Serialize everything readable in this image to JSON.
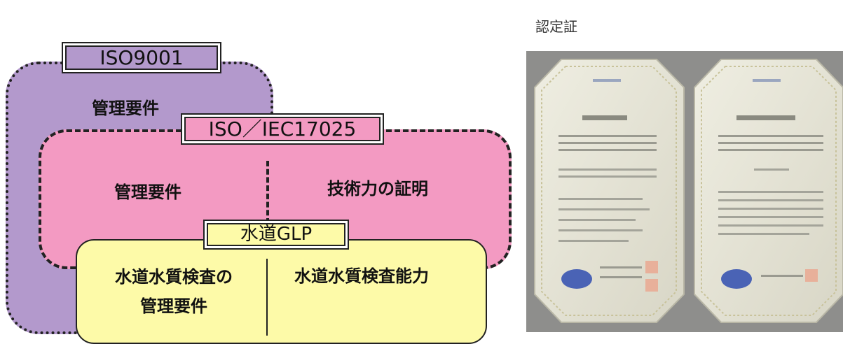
{
  "diagram": {
    "iso9001": {
      "label": "ISO9001",
      "text": "管理要件"
    },
    "iec17025": {
      "label": "ISO／IEC17025",
      "left_text": "管理要件",
      "right_text": "技術力の証明"
    },
    "glp": {
      "label": "水道GLP",
      "left_text": "水道水質検査の\n管理要件",
      "right_text": "水道水質検査能力"
    }
  },
  "certificate": {
    "title": "認定証"
  },
  "colors": {
    "iso9001": "#b399cc",
    "iec17025": "#f39ac2",
    "glp": "#fdfaa8"
  }
}
